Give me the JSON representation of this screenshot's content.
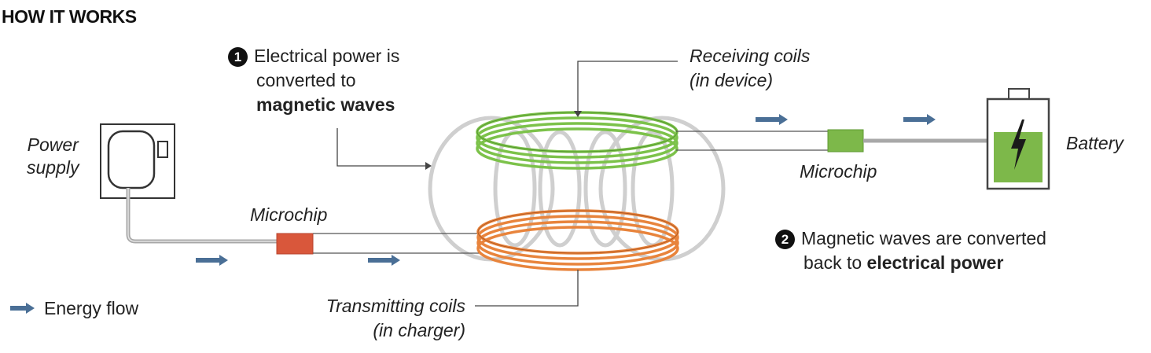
{
  "heading": "HOW IT WORKS",
  "labels": {
    "power_supply": [
      "Power",
      "supply"
    ],
    "microchip_left": "Microchip",
    "microchip_right": "Microchip",
    "receiving_coils": [
      "Receiving coils",
      "(in device)"
    ],
    "transmitting_coils": [
      "Transmitting coils",
      "(in charger)"
    ],
    "battery": "Battery",
    "legend": "Energy flow"
  },
  "steps": [
    {
      "number": "1",
      "lines": [
        "Electrical power is",
        "converted to"
      ],
      "bold": "magnetic waves"
    },
    {
      "number": "2",
      "line1": "Magnetic waves are converted",
      "prefix": "back to ",
      "bold": "electrical power"
    }
  ],
  "icons": [
    "power-socket-icon",
    "battery-icon",
    "lightning-bolt-icon",
    "arrow-right-icon"
  ],
  "colors": {
    "receiving_coil": "#7cc24a",
    "transmitting_coil": "#e8843c",
    "microchip_left": "#d9573b",
    "microchip_right": "#7db84a",
    "arrow": "#4a6f96",
    "battery_fill": "#7db84a",
    "field_lines": "#c9c9c9",
    "wire": "#a8a8a8"
  }
}
